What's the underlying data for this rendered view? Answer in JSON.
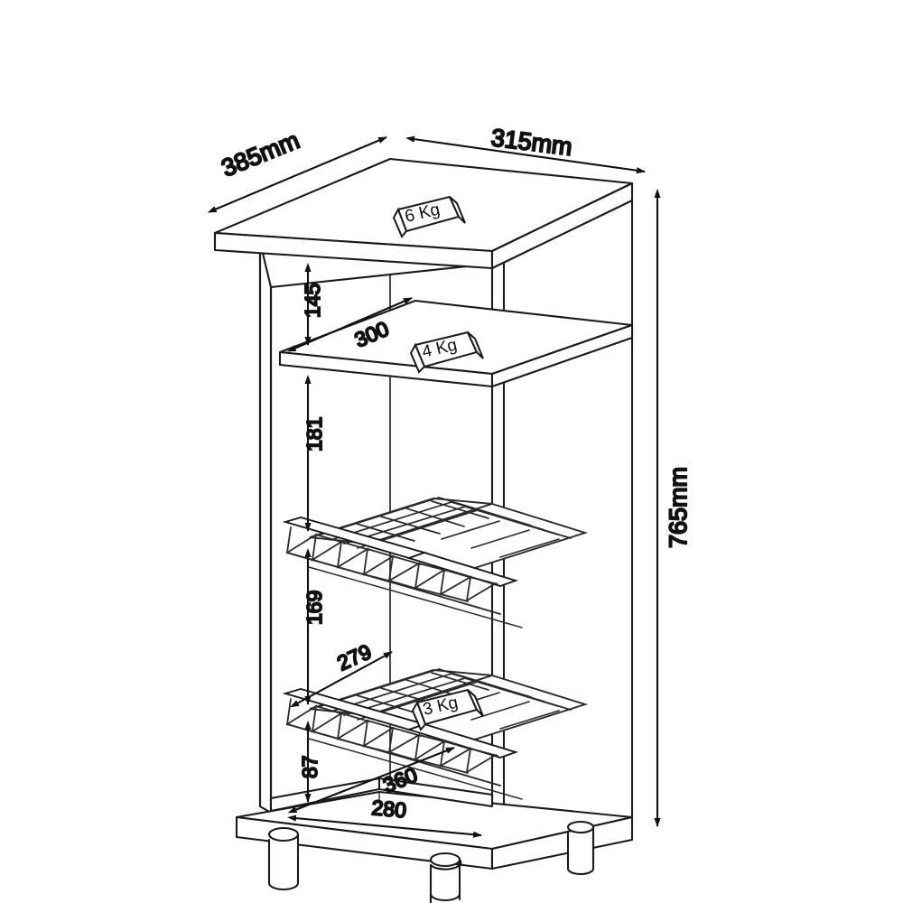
{
  "drawing": {
    "title": "Wine rack / side cabinet assembly dimension drawing",
    "units": "mm",
    "background_color": "#ffffff",
    "line_color": "#1a1a1a",
    "fill_color": "#ffffff",
    "wire_color": "#2b2b2b"
  },
  "overall_dimensions": [
    {
      "id": "depth",
      "label": "385mm",
      "value": 385,
      "orientation": "diagonal-left",
      "note": "top panel depth"
    },
    {
      "id": "width",
      "label": "315mm",
      "value": 315,
      "orientation": "diagonal-right",
      "note": "top panel width"
    },
    {
      "id": "height",
      "label": "765mm",
      "value": 765,
      "orientation": "vertical-right",
      "note": "total cabinet height"
    }
  ],
  "internal_dimensions": [
    {
      "id": "gap-top",
      "label": "145",
      "value": 145,
      "orientation": "vertical",
      "note": "top panel to first shelf"
    },
    {
      "id": "shelf1-depth",
      "label": "300",
      "value": 300,
      "orientation": "diagonal",
      "note": "first shelf depth"
    },
    {
      "id": "gap-second",
      "label": "181",
      "value": 181,
      "orientation": "vertical",
      "note": "first shelf to upper wire basket"
    },
    {
      "id": "gap-third",
      "label": "169",
      "value": 169,
      "orientation": "vertical",
      "note": "upper wire basket to lower wire basket"
    },
    {
      "id": "basket-depth",
      "label": "279",
      "value": 279,
      "orientation": "diagonal",
      "note": "wire basket depth"
    },
    {
      "id": "gap-bottom",
      "label": "87",
      "value": 87,
      "orientation": "vertical",
      "note": "lower basket to base panel"
    },
    {
      "id": "base-depth",
      "label": "360",
      "value": 360,
      "orientation": "diagonal",
      "note": "base panel inner depth"
    },
    {
      "id": "base-width",
      "label": "280",
      "value": 280,
      "orientation": "diagonal",
      "note": "base panel inner width"
    }
  ],
  "load_labels": [
    {
      "id": "load-top",
      "label": "6 Kg",
      "value": 6,
      "location": "top panel"
    },
    {
      "id": "load-shelf",
      "label": "4 Kg",
      "value": 4,
      "location": "fixed shelf"
    },
    {
      "id": "load-wire-basket",
      "label": "3 Kg",
      "value": 3,
      "location": "wire basket"
    }
  ],
  "components": {
    "top_panel": "top-panel",
    "left_panel": "left-side-panel",
    "right_panel": "right-side-panel",
    "back_panel": "back-panel",
    "fixed_shelf": "fixed-shelf",
    "wire_basket_upper": "wire-basket-upper",
    "wire_basket_lower": "wire-basket-lower",
    "base_panel": "base-panel",
    "feet": [
      "foot-front-left",
      "foot-front-right",
      "foot-rear-right"
    ]
  }
}
